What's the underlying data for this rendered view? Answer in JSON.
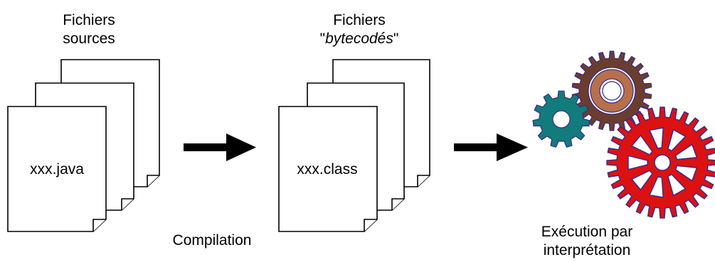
{
  "source_files": {
    "title_line1": "Fichiers",
    "title_line2": "sources",
    "file_name": "xxx.java"
  },
  "bytecode_files": {
    "title_line1": "Fichiers",
    "title_prefix": "\"",
    "title_italic": "bytecodés",
    "title_suffix": "\"",
    "file_name": "xxx.class"
  },
  "compilation_label": "Compilation",
  "execution": {
    "line1": "Exécution par",
    "line2": "interprétation"
  },
  "gear_colors": {
    "small": "#127b7b",
    "medium_outer": "#6a3d2e",
    "medium_inner": "#b8704a",
    "large": "#dd1111",
    "outline": "#3a2a8a"
  }
}
